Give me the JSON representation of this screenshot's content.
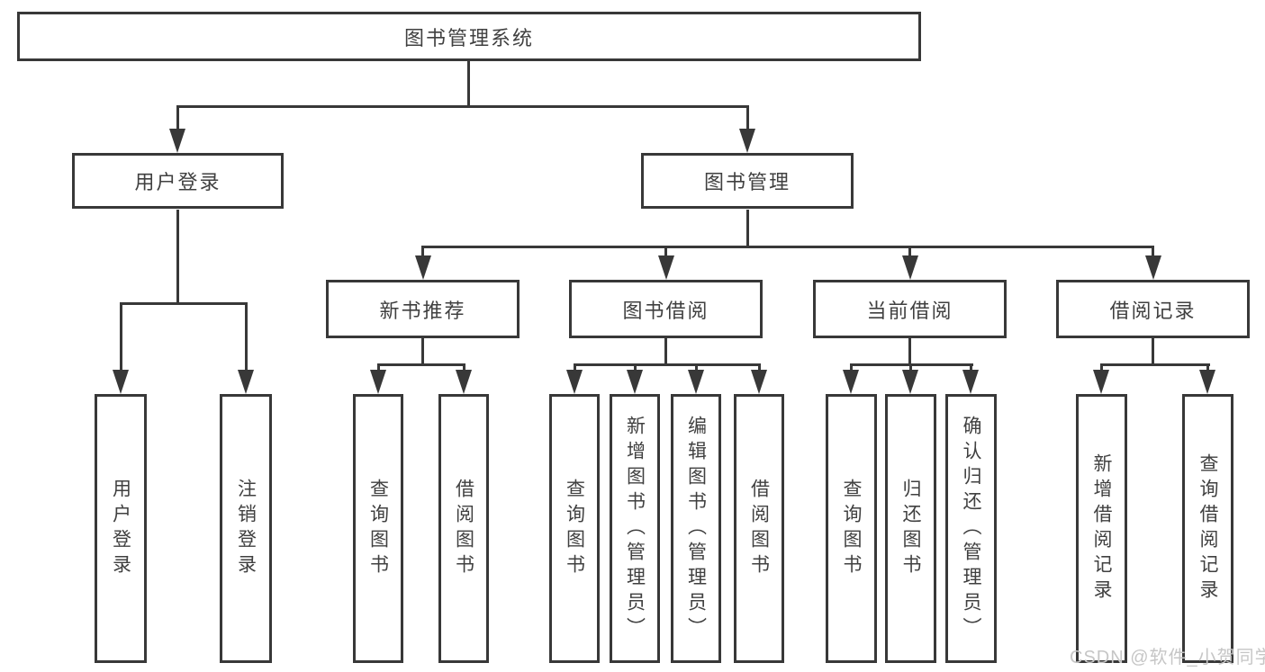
{
  "page": {
    "type": "hierarchy-diagram"
  },
  "colors": {
    "line": "#383838",
    "box_border": "#383838",
    "box_background": "#ffffff",
    "text": "#404040",
    "watermark_text": "#c6c6c6",
    "background": "#ffffff"
  },
  "watermark": {
    "text": "CSDN @软件_小贺同学"
  },
  "nodes": {
    "root": {
      "label": "图书管理系统"
    },
    "level2": [
      {
        "label": "用户登录",
        "parent": "图书管理系统"
      },
      {
        "label": "图书管理",
        "parent": "图书管理系统"
      }
    ],
    "level3": [
      {
        "label": "新书推荐",
        "parent": "图书管理"
      },
      {
        "label": "图书借阅",
        "parent": "图书管理"
      },
      {
        "label": "当前借阅",
        "parent": "图书管理"
      },
      {
        "label": "借阅记录",
        "parent": "图书管理"
      }
    ],
    "leaves": [
      {
        "label": "用户登录",
        "parent": "用户登录"
      },
      {
        "label": "注销登录",
        "parent": "用户登录"
      },
      {
        "label": "查询图书",
        "parent": "新书推荐"
      },
      {
        "label": "借阅图书",
        "parent": "新书推荐"
      },
      {
        "label": "查询图书",
        "parent": "图书借阅"
      },
      {
        "label": "新增图书（管理员）",
        "parent": "图书借阅"
      },
      {
        "label": "编辑图书（管理员）",
        "parent": "图书借阅"
      },
      {
        "label": "借阅图书",
        "parent": "图书借阅"
      },
      {
        "label": "查询图书",
        "parent": "当前借阅"
      },
      {
        "label": "归还图书",
        "parent": "当前借阅"
      },
      {
        "label": "确认归还（管理员）",
        "parent": "当前借阅"
      },
      {
        "label": "新增借阅记录",
        "parent": "借阅记录"
      },
      {
        "label": "查询借阅记录",
        "parent": "借阅记录"
      }
    ]
  }
}
